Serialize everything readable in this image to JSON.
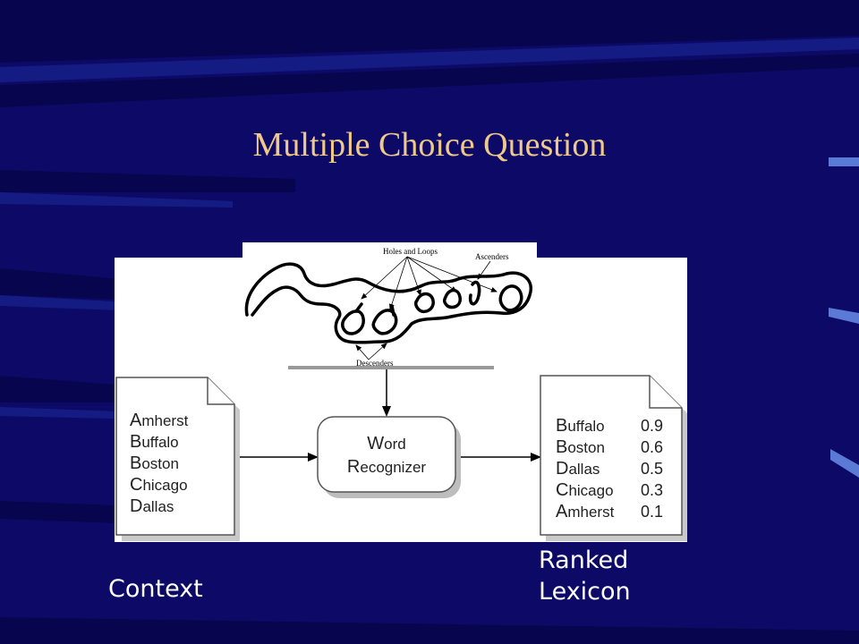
{
  "slide": {
    "title": "Multiple Choice Question",
    "captions": {
      "context": "Context",
      "ranked_line1": "Ranked",
      "ranked_line2": "Lexicon"
    }
  },
  "diagram": {
    "annotations": {
      "holes_loops": "Holes and Loops",
      "ascenders": "Ascenders",
      "descenders": "Descenders"
    },
    "context_list": [
      {
        "initial": "A",
        "rest": "mherst"
      },
      {
        "initial": "B",
        "rest": "uffalo"
      },
      {
        "initial": "B",
        "rest": "oston"
      },
      {
        "initial": "C",
        "rest": "hicago"
      },
      {
        "initial": "D",
        "rest": "allas"
      }
    ],
    "recognizer": {
      "line1": "Word",
      "line1_initial": "W",
      "line1_rest": "ord",
      "line2_initial": "R",
      "line2_rest": "ecognizer"
    },
    "ranked_list": [
      {
        "initial": "B",
        "rest": "uffalo",
        "score": "0.9"
      },
      {
        "initial": "B",
        "rest": "oston",
        "score": "0.6"
      },
      {
        "initial": "D",
        "rest": "allas",
        "score": "0.5"
      },
      {
        "initial": "C",
        "rest": "hicago",
        "score": "0.3"
      },
      {
        "initial": "A",
        "rest": "mherst",
        "score": "0.1"
      }
    ]
  },
  "colors": {
    "background": "#0c0a66",
    "title": "#f0c98a",
    "stripe_dark": "#06043f",
    "stripe_light": "#1a2a96",
    "accent_dashes": "#5a7ad6"
  }
}
